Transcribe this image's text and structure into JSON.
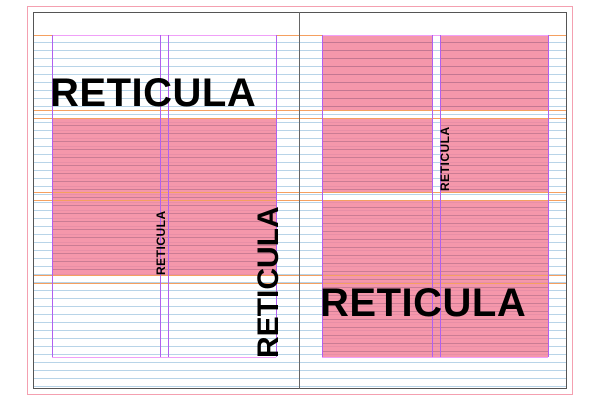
{
  "spread": {
    "left_page": {
      "headline": "RETICULA",
      "vertical_small": "RETICULA",
      "vertical_large": "RETICULA"
    },
    "right_page": {
      "vertical_small": "RETICULA",
      "headline": "RETICULA"
    }
  },
  "colors": {
    "frame_fill": "#f38099",
    "baseline": "#b8d4e8",
    "row_guide": "#f5a060",
    "column_guide": "#b060f0",
    "bleed": "#f4a0b0"
  }
}
